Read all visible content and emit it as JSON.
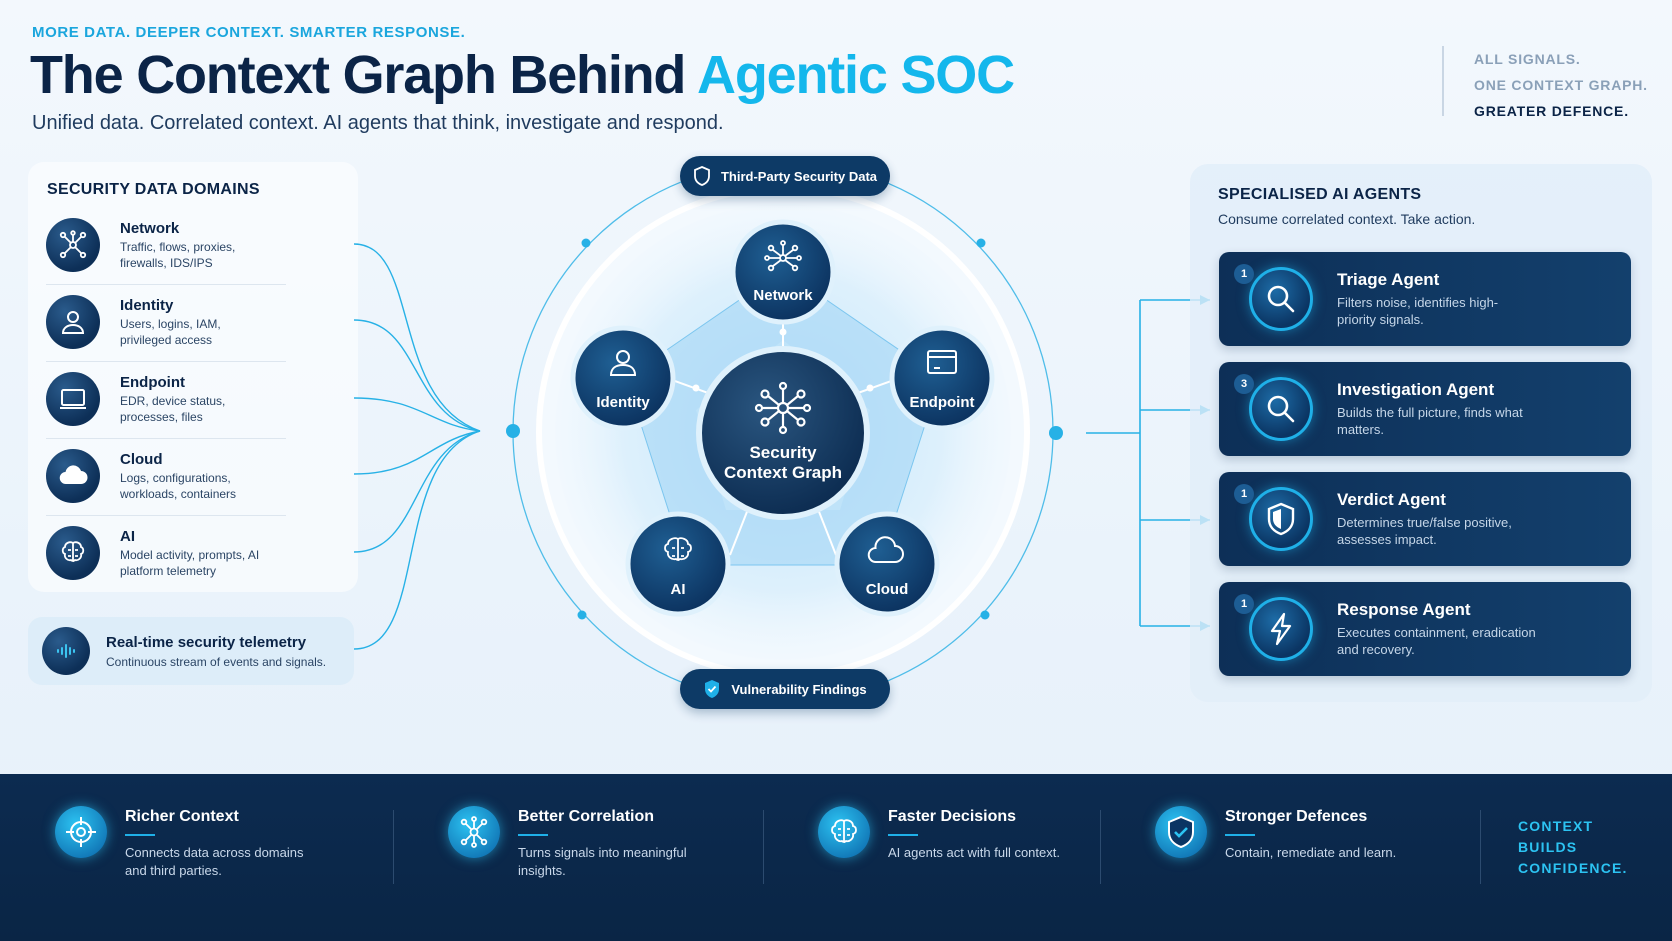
{
  "header": {
    "eyebrow": "MORE DATA. DEEPER CONTEXT. SMARTER RESPONSE.",
    "title_main": "The Context Graph Behind ",
    "title_accent": "Agentic SOC",
    "subtitle": "Unified data. Correlated context. AI agents that think, investigate and respond.",
    "tagline": [
      "ALL SIGNALS.",
      "ONE CONTEXT GRAPH.",
      "GREATER DEFENCE."
    ]
  },
  "domains": {
    "title": "SECURITY DATA DOMAINS",
    "items": [
      {
        "name": "Network",
        "desc": "Traffic, flows, proxies, firewalls, IDS/IPS",
        "icon": "network-icon"
      },
      {
        "name": "Identity",
        "desc": "Users, logins, IAM, privileged access",
        "icon": "user-icon"
      },
      {
        "name": "Endpoint",
        "desc": "EDR, device status, processes, files",
        "icon": "laptop-icon"
      },
      {
        "name": "Cloud",
        "desc": "Logs, configurations, workloads, containers",
        "icon": "cloud-icon"
      },
      {
        "name": "AI",
        "desc": "Model activity, prompts, AI platform telemetry",
        "icon": "brain-icon"
      }
    ],
    "telemetry": {
      "name": "Real-time security telemetry",
      "desc": "Continuous stream of events and signals.",
      "icon": "signal-icon"
    }
  },
  "graph": {
    "top_pill": "Third-Party Security Data",
    "bottom_pill": "Vulnerability Findings",
    "core_line1": "Security",
    "core_line2": "Context Graph",
    "nodes": {
      "network": "Network",
      "identity": "Identity",
      "endpoint": "Endpoint",
      "ai": "AI",
      "cloud": "Cloud"
    }
  },
  "agents": {
    "title": "SPECIALISED AI AGENTS",
    "subtitle": "Consume correlated context. Take action.",
    "items": [
      {
        "badge": "1",
        "name": "Triage Agent",
        "desc": "Filters noise, identifies high-priority signals.",
        "icon": "search-icon"
      },
      {
        "badge": "3",
        "name": "Investigation Agent",
        "desc": "Builds the full picture, finds what matters.",
        "icon": "search-icon"
      },
      {
        "badge": "1",
        "name": "Verdict Agent",
        "desc": "Determines true/false positive, assesses impact.",
        "icon": "shield-icon"
      },
      {
        "badge": "1",
        "name": "Response Agent",
        "desc": "Executes containment, eradication and recovery.",
        "icon": "lightning-icon"
      }
    ]
  },
  "footer": {
    "benefits": [
      {
        "name": "Richer Context",
        "desc": "Connects data across domains and third parties.",
        "icon": "target-icon"
      },
      {
        "name": "Better Correlation",
        "desc": "Turns signals into meaningful insights.",
        "icon": "network-icon"
      },
      {
        "name": "Faster Decisions",
        "desc": "AI agents act with full context.",
        "icon": "brain-icon"
      },
      {
        "name": "Stronger Defences",
        "desc": "Contain, remediate and learn.",
        "icon": "shield-check-icon"
      }
    ],
    "closing": [
      "CONTEXT",
      "BUILDS",
      "CONFIDENCE."
    ]
  },
  "colors": {
    "navy": "#0b2447",
    "accent": "#14b7ec",
    "card": "#0d2f57"
  }
}
